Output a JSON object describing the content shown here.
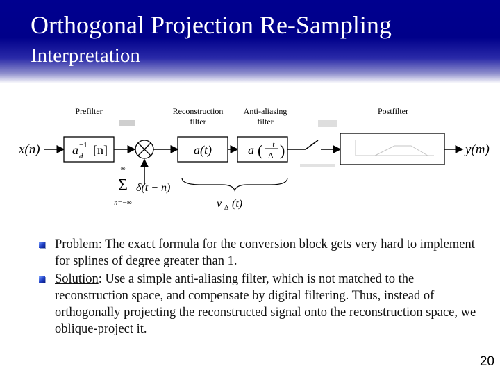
{
  "slide": {
    "title": "Orthogonal Projection Re-Sampling",
    "subtitle": "Interpretation",
    "page_number": "20"
  },
  "diagram": {
    "labels": {
      "prefilter": "Prefilter",
      "reconstruction_filter": "Reconstruction filter",
      "reconstruction_filter_line1": "Reconstruction",
      "reconstruction_filter_line2": "filter",
      "anti_aliasing_filter_line1": "Anti-aliasing",
      "anti_aliasing_filter_line2": "filter",
      "postfilter": "Postfilter"
    },
    "math": {
      "input": "x(n)",
      "prefilter_a": "a",
      "prefilter_sub": "d",
      "prefilter_sup": "−1",
      "prefilter_arg": "[n]",
      "recon_filter": "a(t)",
      "aa_filter_a": "a",
      "aa_num": "−t",
      "aa_den": "Δ",
      "sum_symbol": "Σ",
      "sum_top": "∞",
      "sum_bottom": "n=−∞",
      "impulse": "δ(t − n)",
      "v_delta": "v",
      "v_delta_sub": "Δ",
      "v_delta_arg": "(t)",
      "output": "y(m)"
    }
  },
  "bullets": [
    {
      "term": "Problem",
      "text": ": The exact formula for the conversion block gets very hard to implement for splines of degree greater than 1."
    },
    {
      "term": "Solution",
      "text": ": Use a simple anti-aliasing filter, which is not matched to the reconstruction space, and compensate by digital filtering. Thus, instead of orthogonally projecting the reconstructed signal onto the reconstruction space, we oblique-project it."
    }
  ]
}
